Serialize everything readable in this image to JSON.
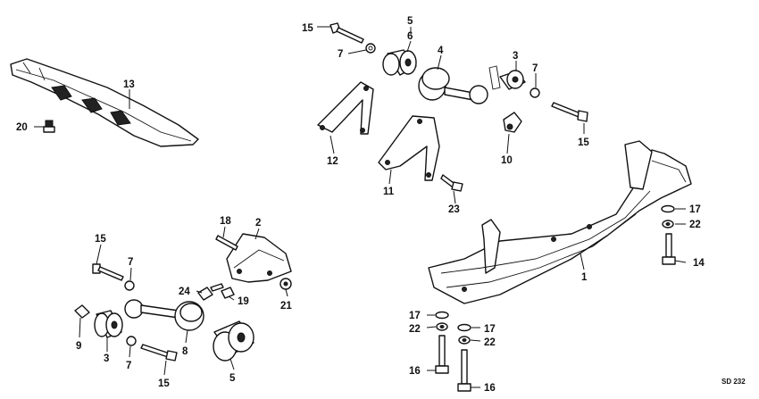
{
  "diagram": {
    "code": "SD 232",
    "callouts": [
      {
        "id": "c1",
        "text": "1"
      },
      {
        "id": "c2",
        "text": "2"
      },
      {
        "id": "c3a",
        "text": "3"
      },
      {
        "id": "c3b",
        "text": "3"
      },
      {
        "id": "c4",
        "text": "4"
      },
      {
        "id": "c5a",
        "text": "5"
      },
      {
        "id": "c5b",
        "text": "5"
      },
      {
        "id": "c6",
        "text": "6"
      },
      {
        "id": "c7a",
        "text": "7"
      },
      {
        "id": "c7b",
        "text": "7"
      },
      {
        "id": "c7c",
        "text": "7"
      },
      {
        "id": "c7d",
        "text": "7"
      },
      {
        "id": "c8",
        "text": "8"
      },
      {
        "id": "c9",
        "text": "9"
      },
      {
        "id": "c10",
        "text": "10"
      },
      {
        "id": "c11",
        "text": "11"
      },
      {
        "id": "c12",
        "text": "12"
      },
      {
        "id": "c13",
        "text": "13"
      },
      {
        "id": "c14",
        "text": "14"
      },
      {
        "id": "c15a",
        "text": "15"
      },
      {
        "id": "c15b",
        "text": "15"
      },
      {
        "id": "c15c",
        "text": "15"
      },
      {
        "id": "c15d",
        "text": "15"
      },
      {
        "id": "c16a",
        "text": "16"
      },
      {
        "id": "c16b",
        "text": "16"
      },
      {
        "id": "c17a",
        "text": "17"
      },
      {
        "id": "c17b",
        "text": "17"
      },
      {
        "id": "c17c",
        "text": "17"
      },
      {
        "id": "c18",
        "text": "18"
      },
      {
        "id": "c19",
        "text": "19"
      },
      {
        "id": "c20",
        "text": "20"
      },
      {
        "id": "c21",
        "text": "21"
      },
      {
        "id": "c22a",
        "text": "22"
      },
      {
        "id": "c22b",
        "text": "22"
      },
      {
        "id": "c22c",
        "text": "22"
      },
      {
        "id": "c23",
        "text": "23"
      },
      {
        "id": "c24",
        "text": "24"
      }
    ]
  }
}
